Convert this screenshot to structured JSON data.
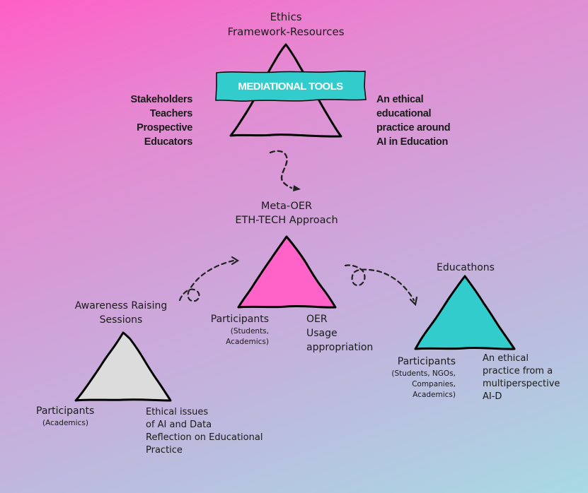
{
  "colors": {
    "gradient_top_left": "#ff5fc6",
    "gradient_bottom_right": "#a8dae4",
    "banner_fill": "#33cccc",
    "top_triangle_fill": "none",
    "meta_triangle_fill": "#ff63c8",
    "awareness_triangle_fill": "#dcdcdc",
    "educathons_triangle_fill": "#33cccc",
    "stroke": "#000000"
  },
  "top": {
    "title_lines": [
      "Ethics",
      "Framework-Resources"
    ],
    "banner_label": "MEDIATIONAL TOOLS",
    "left_lines": [
      "Stakeholders",
      "Teachers",
      "Prospective",
      "Educators"
    ],
    "right_lines": [
      "An ethical",
      "educational",
      "practice around",
      "AI in Education"
    ]
  },
  "meta": {
    "title_lines": [
      "Meta-OER",
      "ETH-TECH Approach"
    ],
    "left_label": "Participants",
    "left_sub_lines": [
      "(Students,",
      "Academics)"
    ],
    "right_lines": [
      "OER",
      "Usage",
      "appropriation"
    ]
  },
  "awareness": {
    "title_lines": [
      "Awareness Raising",
      "Sessions"
    ],
    "left_label": "Participants",
    "left_sub_lines": [
      "(Academics)"
    ],
    "right_lines": [
      "Ethical issues",
      "of AI and Data",
      "Reflection on Educational",
      "Practice"
    ]
  },
  "educathons": {
    "title_lines": [
      "Educathons"
    ],
    "left_label": "Participants",
    "left_sub_lines": [
      "(Students, NGOs,",
      "Companies,",
      "Academics)"
    ],
    "right_lines": [
      "An ethical",
      "practice from a",
      "multiperspective",
      "AI-D"
    ]
  },
  "arrows": [
    {
      "from": "top",
      "to": "meta",
      "style": "dashed"
    },
    {
      "from": "awareness",
      "to": "meta",
      "style": "dashed"
    },
    {
      "from": "meta",
      "to": "educathons",
      "style": "dashed"
    }
  ]
}
